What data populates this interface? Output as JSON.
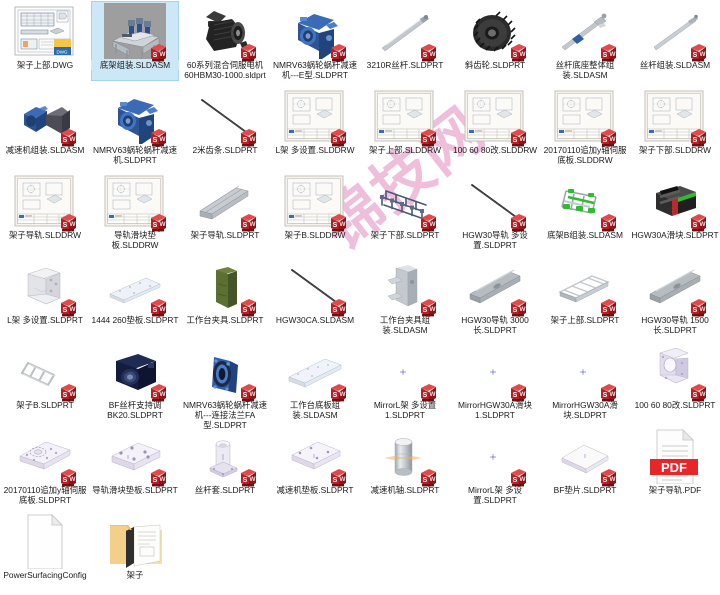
{
  "window": {
    "type": "file-explorer-icon-grid",
    "columns": 8,
    "rows": 6,
    "selected_index": 1,
    "watermark_text": "锦技网",
    "watermark_color": "#e9a9cf",
    "selection_color": "#cce8f7",
    "background_color": "#ffffff",
    "badge_color": "#cc2127",
    "badge_label": "SW"
  },
  "items": [
    {
      "name": "架子上部.DWG",
      "icon": "dwg-drawing-thumbnail",
      "badge": "none",
      "selected": false
    },
    {
      "name": "底架组装.SLDASM",
      "icon": "sldasm-assembly-thumbnail",
      "badge": "sw",
      "selected": true
    },
    {
      "name": "60系列混合伺服电机 60HBM30-1000.sldprt",
      "icon": "servo-motor-thumbnail",
      "badge": "sw",
      "selected": false
    },
    {
      "name": "NMRV63蜗轮蜗杆减速机---E型.SLDPRT",
      "icon": "worm-gear-reducer-thumbnail",
      "badge": "sw",
      "selected": false
    },
    {
      "name": "3210R丝杆.SLDPRT",
      "icon": "ball-screw-thumbnail",
      "badge": "sw",
      "selected": false
    },
    {
      "name": "斜齿轮.SLDPRT",
      "icon": "helical-gear-thumbnail",
      "badge": "sw",
      "selected": false
    },
    {
      "name": "丝杆底座整体组装.SLDASM",
      "icon": "screw-base-assembly-thumbnail",
      "badge": "sw",
      "selected": false
    },
    {
      "name": "丝杆组装.SLDASM",
      "icon": "screw-assembly-thumbnail",
      "badge": "sw",
      "selected": false
    },
    {
      "name": "减速机组装.SLDASM",
      "icon": "reducer-assembly-thumbnail",
      "badge": "sw",
      "selected": false
    },
    {
      "name": "NMRV63蜗轮蜗杆减速机.SLDPRT",
      "icon": "worm-gear-reducer-thumbnail",
      "badge": "sw",
      "selected": false
    },
    {
      "name": "2米齿条.SLDPRT",
      "icon": "rack-bar-thumbnail",
      "badge": "sw",
      "selected": false
    },
    {
      "name": "L架 多设置.SLDDRW",
      "icon": "drawing-sheet-thumbnail",
      "badge": "sw",
      "selected": false
    },
    {
      "name": "架子上部.SLDDRW",
      "icon": "drawing-sheet-thumbnail",
      "badge": "sw",
      "selected": false
    },
    {
      "name": "100 60 80改.SLDDRW",
      "icon": "drawing-sheet-thumbnail",
      "badge": "sw",
      "selected": false
    },
    {
      "name": "20170110追加y轴伺服底板.SLDDRW",
      "icon": "drawing-sheet-thumbnail",
      "badge": "sw",
      "selected": false
    },
    {
      "name": "架子下部.SLDDRW",
      "icon": "drawing-sheet-thumbnail",
      "badge": "sw",
      "selected": false
    },
    {
      "name": "架子导轨.SLDDRW",
      "icon": "drawing-sheet-thumbnail",
      "badge": "sw",
      "selected": false
    },
    {
      "name": "导轨滑块垫板.SLDDRW",
      "icon": "drawing-sheet-thumbnail",
      "badge": "sw",
      "selected": false
    },
    {
      "name": "架子导轨.SLDPRT",
      "icon": "linear-rail-thumbnail",
      "badge": "sw",
      "selected": false
    },
    {
      "name": "架子B.SLDDRW",
      "icon": "drawing-sheet-thumbnail",
      "badge": "sw",
      "selected": false
    },
    {
      "name": "架子下部.SLDPRT",
      "icon": "frame-lower-thumbnail",
      "badge": "sw",
      "selected": false
    },
    {
      "name": "HGW30导轨 多设置.SLDPRT",
      "icon": "rack-bar-thumbnail",
      "badge": "sw",
      "selected": false
    },
    {
      "name": "底架B组装.SLDASM",
      "icon": "base-frame-b-thumbnail",
      "badge": "sw",
      "selected": false
    },
    {
      "name": "HGW30A滑块.SLDPRT",
      "icon": "linear-block-thumbnail",
      "badge": "sw",
      "selected": false
    },
    {
      "name": "L架 多设置.SLDPRT",
      "icon": "l-bracket-thumbnail",
      "badge": "sw",
      "selected": false
    },
    {
      "name": "1444 260垫板.SLDPRT",
      "icon": "thin-plate-thumbnail",
      "badge": "sw",
      "selected": false
    },
    {
      "name": "工作台夹具.SLDPRT",
      "icon": "green-fixture-thumbnail",
      "badge": "sw",
      "selected": false
    },
    {
      "name": "HGW30CA.SLDASM",
      "icon": "rack-bar-thumbnail",
      "badge": "sw",
      "selected": false
    },
    {
      "name": "工作台夹具组装.SLDASM",
      "icon": "fixture-assembly-thumbnail",
      "badge": "sw",
      "selected": false
    },
    {
      "name": "HGW30导轨 3000长.SLDPRT",
      "icon": "long-rail-thumbnail",
      "badge": "sw",
      "selected": false
    },
    {
      "name": "架子上部.SLDPRT",
      "icon": "frame-upper-thumbnail",
      "badge": "sw",
      "selected": false
    },
    {
      "name": "HGW30导轨 1500长.SLDPRT",
      "icon": "long-rail-thumbnail",
      "badge": "sw",
      "selected": false
    },
    {
      "name": "架子B.SLDPRT",
      "icon": "ladder-frame-thumbnail",
      "badge": "sw",
      "selected": false
    },
    {
      "name": "BF丝杆支持调BK20.SLDPRT",
      "icon": "bearing-block-thumbnail",
      "badge": "sw",
      "selected": false
    },
    {
      "name": "NMRV63蜗轮蜗杆减速机---连接法兰FA型.SLDPRT",
      "icon": "blue-flange-thumbnail",
      "badge": "sw",
      "selected": false
    },
    {
      "name": "工作台底板组装.SLDASM",
      "icon": "table-baseplate-thumbnail",
      "badge": "sw",
      "selected": false
    },
    {
      "name": "MirrorL架 多设置1.SLDPRT",
      "icon": "tiny-sketch-thumbnail",
      "badge": "sw",
      "selected": false
    },
    {
      "name": "MirrorHGW30A滑块1.SLDPRT",
      "icon": "tiny-sketch-thumbnail",
      "badge": "sw",
      "selected": false
    },
    {
      "name": "MirrorHGW30A滑块.SLDPRT",
      "icon": "tiny-sketch-thumbnail",
      "badge": "sw",
      "selected": false
    },
    {
      "name": "100 60 80改.SLDPRT",
      "icon": "angle-bracket-thumbnail",
      "badge": "sw",
      "selected": false
    },
    {
      "name": "20170110追加y轴伺服底板.SLDPRT",
      "icon": "servo-baseplate-thumbnail",
      "badge": "sw",
      "selected": false
    },
    {
      "name": "导轨滑块垫板.SLDPRT",
      "icon": "pad-plate-thumbnail",
      "badge": "sw",
      "selected": false
    },
    {
      "name": "丝杆套.SLDPRT",
      "icon": "screw-sleeve-thumbnail",
      "badge": "sw",
      "selected": false
    },
    {
      "name": "减速机垫板.SLDPRT",
      "icon": "reducer-pad-thumbnail",
      "badge": "sw",
      "selected": false
    },
    {
      "name": "减速机轴.SLDPRT",
      "icon": "reducer-shaft-thumbnail",
      "badge": "sw",
      "selected": false
    },
    {
      "name": "MirrorL架 多设置.SLDPRT",
      "icon": "tiny-sketch-thumbnail",
      "badge": "sw",
      "selected": false
    },
    {
      "name": "BF垫片.SLDPRT",
      "icon": "shim-plate-thumbnail",
      "badge": "sw",
      "selected": false
    },
    {
      "name": "架子导轨.PDF",
      "icon": "pdf-document-thumbnail",
      "badge": "none",
      "selected": false
    },
    {
      "name": "PowerSurfacingConfig",
      "icon": "blank-document-thumbnail",
      "badge": "none",
      "selected": false
    },
    {
      "name": "架子",
      "icon": "folder-thumbnail",
      "badge": "none",
      "selected": false
    }
  ]
}
